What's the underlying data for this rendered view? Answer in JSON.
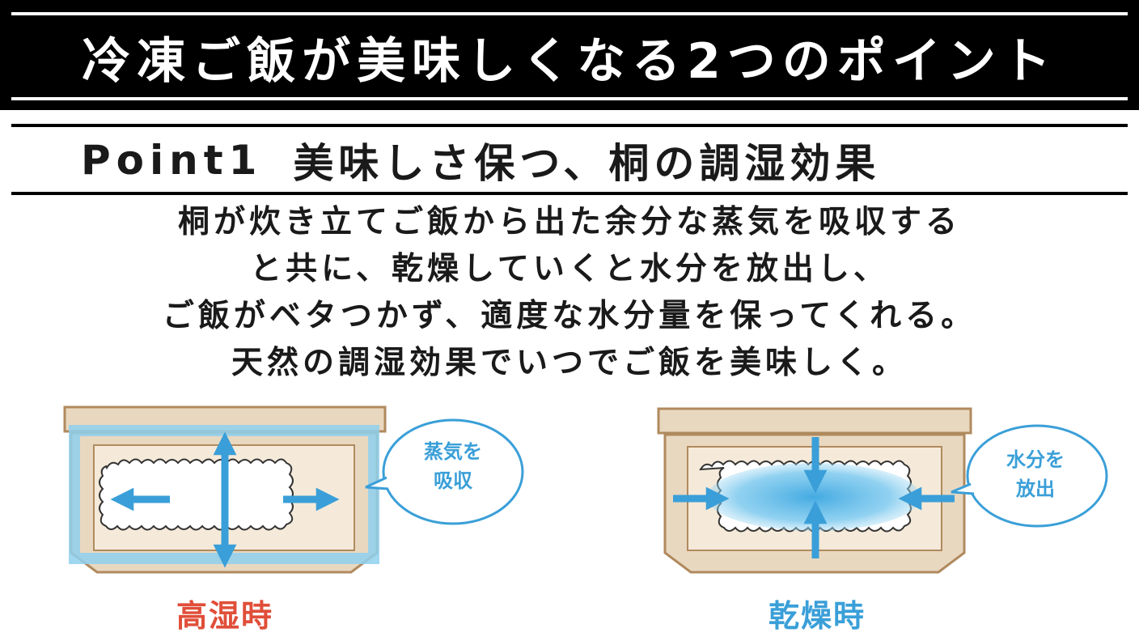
{
  "banner": {
    "title": "冷凍ご飯が美味しくなる2つのポイント"
  },
  "point": {
    "label": "Point1",
    "title": "美味しさ保つ、桐の調湿効果"
  },
  "description": [
    "桐が炊き立てご飯から出た余分な蒸気を吸収する",
    "と共に、乾燥していくと水分を放出し、",
    "ご飯がベタつかず、適度な水分量を保ってくれる。",
    "天然の調湿効果でいつでご飯を美味しく。"
  ],
  "diagrams": {
    "humid": {
      "bubble_line1": "蒸気を",
      "bubble_line2": "吸収",
      "caption": "高湿時"
    },
    "dry": {
      "bubble_line1": "水分を",
      "bubble_line2": "放出",
      "caption": "乾燥時"
    }
  },
  "colors": {
    "wood": "#e9d8c0",
    "wood_edge": "#b08a5e",
    "blue": "#3a9fd8",
    "red_caption": "#e04e39",
    "banner_bg": "#000000"
  }
}
